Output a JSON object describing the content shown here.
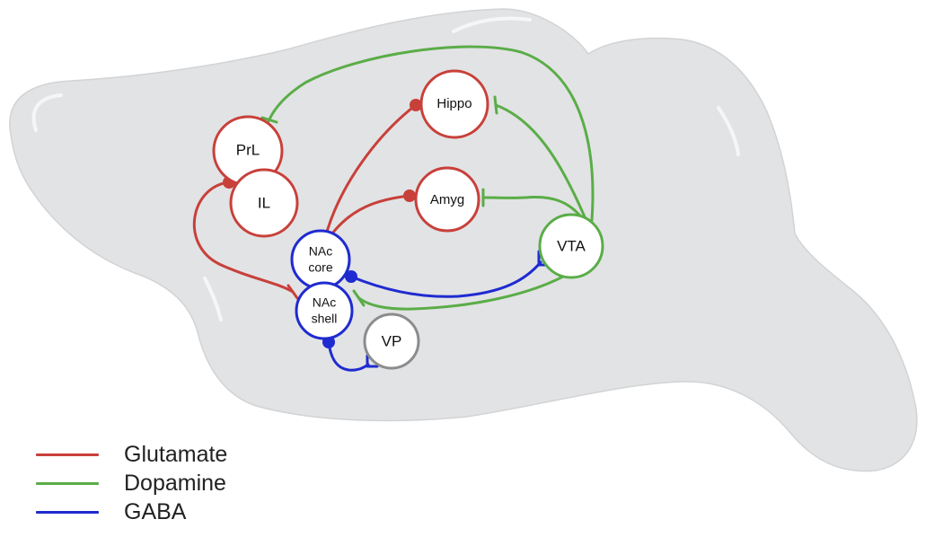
{
  "colors": {
    "glutamate": "#c8403a",
    "dopamine": "#5aad47",
    "gaba": "#1f2bd0",
    "vp": "#8c8c8c",
    "brain_fill": "#e2e3e5",
    "brain_stroke": "#d2d3d5"
  },
  "nodes": {
    "prl": {
      "label": "PrL"
    },
    "il": {
      "label": "IL"
    },
    "hippo": {
      "label": "Hippo"
    },
    "amyg": {
      "label": "Amyg"
    },
    "vta": {
      "label": "VTA"
    },
    "nac_core": {
      "line1": "NAc",
      "line2": "core"
    },
    "nac_shell": {
      "line1": "NAc",
      "line2": "shell"
    },
    "vp": {
      "label": "VP"
    }
  },
  "legend": [
    {
      "label": "Glutamate",
      "color": "#c8403a"
    },
    {
      "label": "Dopamine",
      "color": "#5aad47"
    },
    {
      "label": "GABA",
      "color": "#1f2bd0"
    }
  ]
}
